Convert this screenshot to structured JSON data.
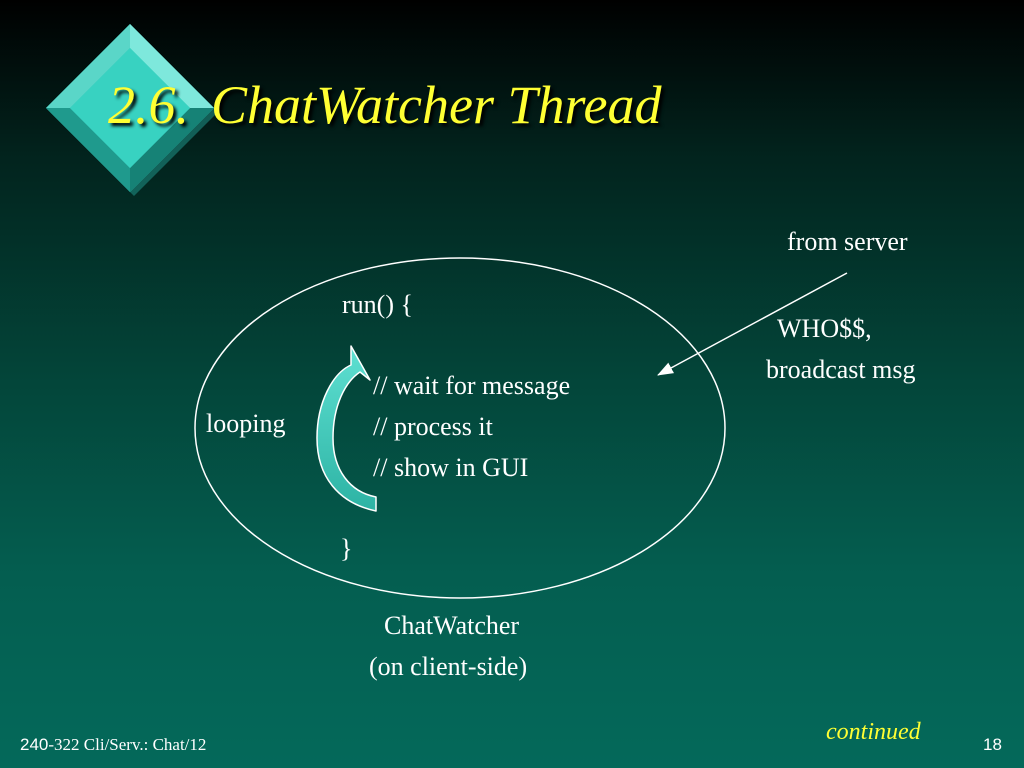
{
  "slide": {
    "title_number": "2.6.",
    "title_text": "ChatWatcher Thread"
  },
  "diagram": {
    "code_lines": {
      "open": "run() {",
      "line1": "// wait for message",
      "line2": "// process it",
      "line3": "// show in GUI",
      "close": "}"
    },
    "loop_label": "looping",
    "from_server_label": "from server",
    "message_line1": "WHO$$,",
    "message_line2": "broadcast msg",
    "caption_line1": "ChatWatcher",
    "caption_line2": "(on client-side)"
  },
  "footer": {
    "course_number": "240",
    "course_rest": "-322 Cli/Serv.: Chat/12",
    "continued": "continued",
    "page_number": "18"
  },
  "colors": {
    "title": "#ffff33",
    "diamond": "#33ccbb",
    "loop_arrow": "#33ccbb",
    "text": "#ffffff"
  },
  "icons": {
    "bullet": "diamond-bullet-icon",
    "loop": "curved-loop-arrow-icon"
  }
}
